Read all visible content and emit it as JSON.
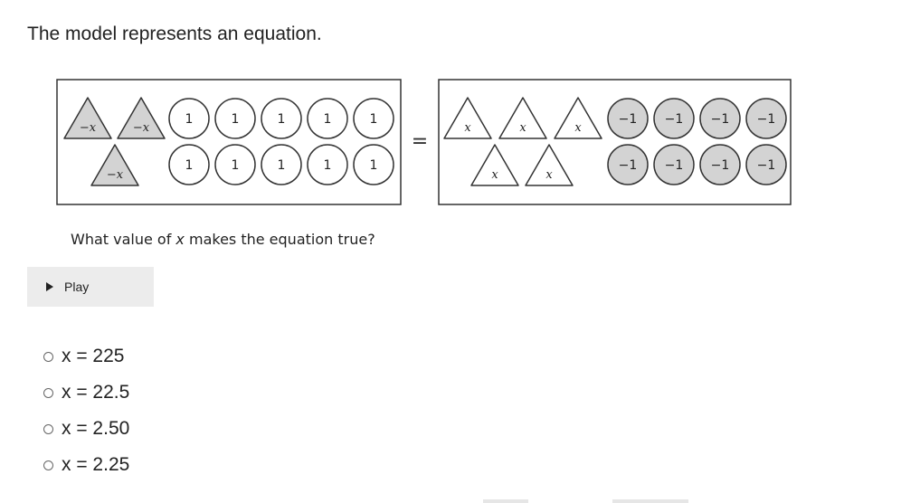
{
  "prompt": "The model represents an equation.",
  "figure": {
    "equals_sign": "=",
    "left_side": {
      "triangles_top": [
        "−x",
        "−x"
      ],
      "triangles_bottom": [
        "−x"
      ],
      "circles_top": [
        "1",
        "1",
        "1",
        "1",
        "1"
      ],
      "circles_bottom": [
        "1",
        "1",
        "1",
        "1",
        "1"
      ]
    },
    "right_side": {
      "triangles_top": [
        "x",
        "x",
        "x"
      ],
      "triangles_bottom": [
        "x",
        "x"
      ],
      "circles_top": [
        "−1",
        "−1",
        "−1",
        "−1"
      ],
      "circles_bottom": [
        "−1",
        "−1",
        "−1",
        "−1"
      ]
    },
    "colors": {
      "negative_fill": "#d3d3d3",
      "positive_fill": "#ffffff",
      "stroke": "#333333"
    }
  },
  "question": {
    "before": "What value of ",
    "variable": "x",
    "after": " makes the equation true?"
  },
  "audio": {
    "play_label": "Play"
  },
  "options": [
    {
      "label": "x = 225"
    },
    {
      "label": "x = 22.5"
    },
    {
      "label": "x = 2.50"
    },
    {
      "label": "x = 2.25"
    }
  ]
}
